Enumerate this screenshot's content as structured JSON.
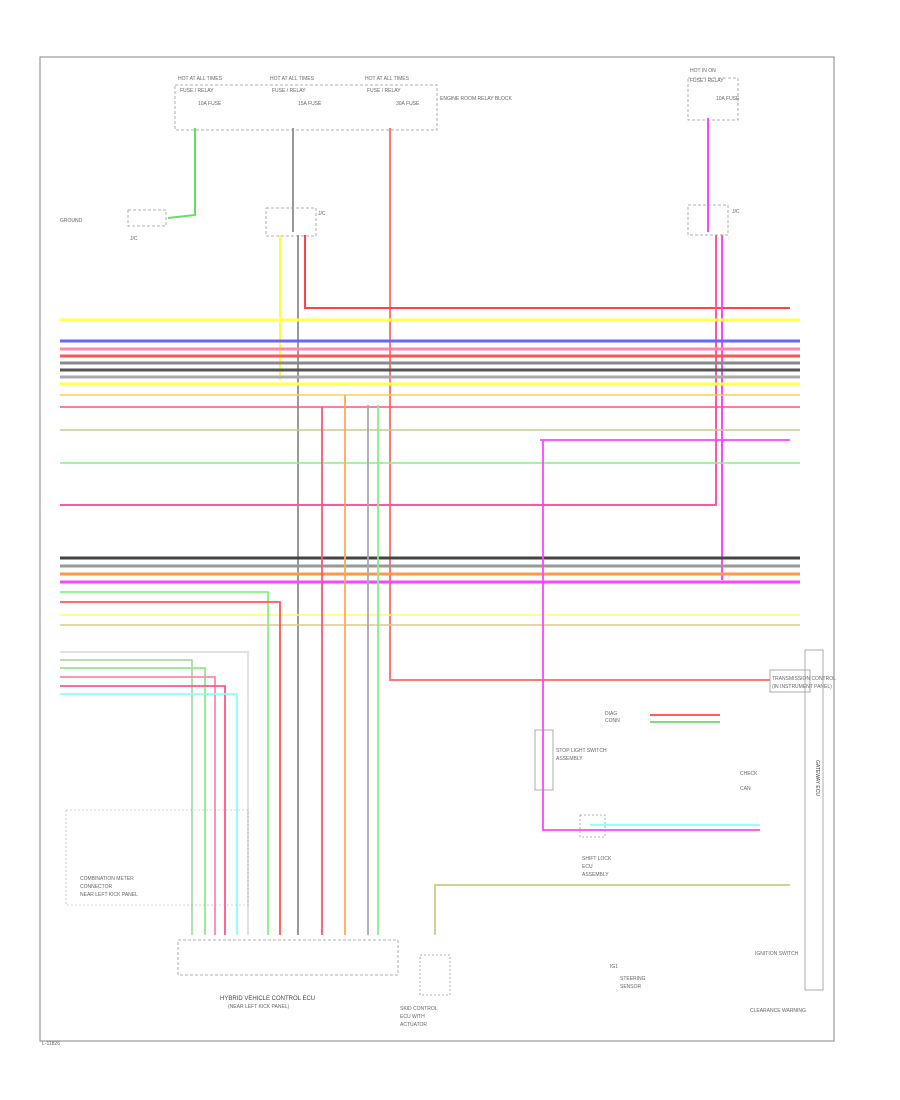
{
  "page_id": "L-11826",
  "labels": {
    "top_fuse_1": "HOT AT ALL TIMES",
    "top_fuse_2": "HOT AT ALL TIMES",
    "top_fuse_3": "HOT AT ALL TIMES",
    "top_fuse_right": "HOT IN ON",
    "fuse_block_1": "FUSE / RELAY",
    "fuse_block_2": "FUSE / RELAY",
    "fuse_block_3": "FUSE / RELAY",
    "fuse_block_right": "FUSE / RELAY",
    "fuse_a": "10A FUSE",
    "fuse_b": "15A FUSE",
    "fuse_c": "30A FUSE",
    "fuse_d": "10A FUSE",
    "engine_room_box": "ENGINE ROOM RELAY BLOCK",
    "ground_left": "GROUND",
    "junction_1": "J/C",
    "junction_2": "J/C",
    "junction_3": "J/C",
    "left_conn_1": "CONNECTOR",
    "left_conn_2": "NEAR LEFT KICK PANEL",
    "ecm_main": "HYBRID VEHICLE CONTROL ECU",
    "ecm_sub": "(NEAR LEFT KICK PANEL)",
    "brake_switch": "STOP LIGHT SWITCH",
    "brake_sub": "ASSEMBLY",
    "center_module": "TRANSMISSION CONTROL",
    "center_sub": "(IN INSTRUMENT PANEL)",
    "right_mid_1": "DIAG",
    "right_mid_2": "CONN",
    "right_mid_3": "CHECK",
    "right_mid_4": "CAN",
    "lower_ecu_1": "SKID CONTROL",
    "lower_ecu_2": "ECU WITH",
    "lower_ecu_3": "ACTUATOR",
    "ignition_switch": "IGNITION SWITCH",
    "ignition_sub": "IG1",
    "right_lower_1": "SHIFT LOCK",
    "right_lower_2": "ECU",
    "right_lower_3": "ASSEMBLY",
    "vertical_bar": "GATEWAY ECU",
    "bottom_right": "CLEARANCE WARNING",
    "near_1": "STEERING",
    "near_2": "SENSOR",
    "left_small": "COMBINATION METER"
  }
}
